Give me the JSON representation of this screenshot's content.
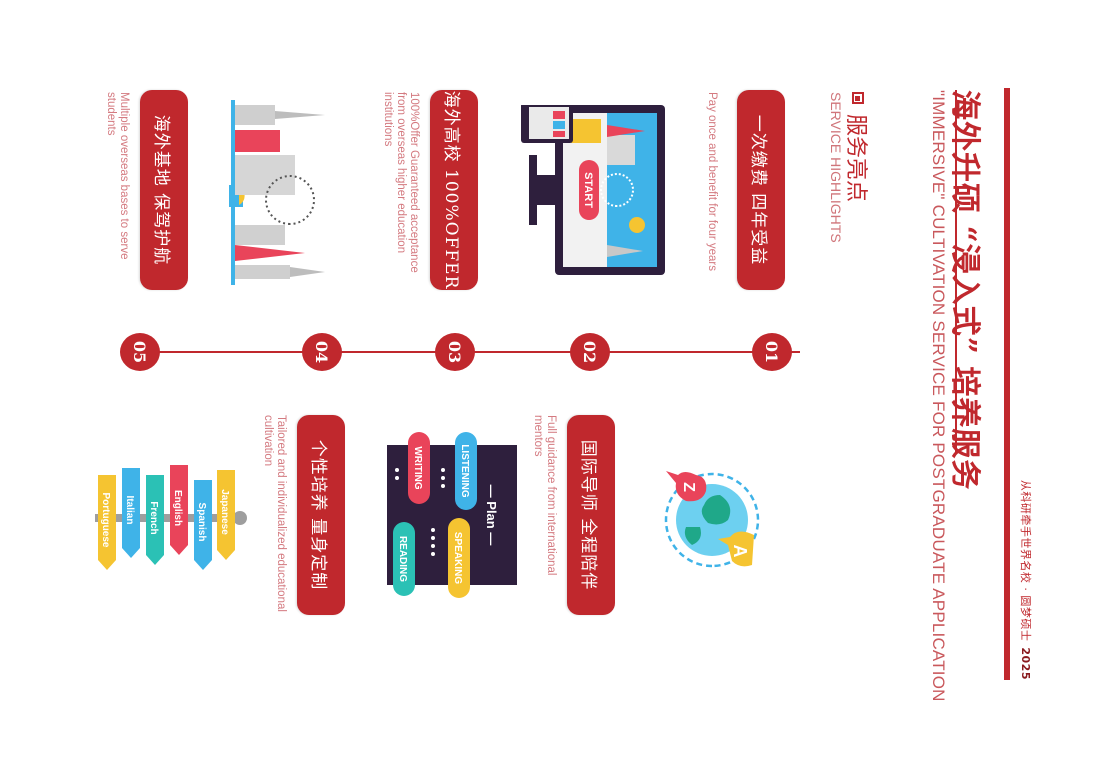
{
  "header": {
    "corner_text": "从科研牵手世界名校 · 圆梦硕士",
    "year": "2025",
    "title": "海外升硕 “浸入式” 培养服务",
    "subtitle": "\"IMMERSIVE\" CULTIVATION SERVICE FOR POSTGRADUATE APPLICATION"
  },
  "highlights": {
    "label_cn": "服务亮点",
    "label_en": "SERVICE HIGHLIGHTS",
    "items": [
      {
        "num": "01",
        "title": "一次缴费 四年受益",
        "caption": "Pay once and benefit for four years",
        "illustration": "monitor-start-icon"
      },
      {
        "num": "02",
        "title": "国际导师 全程陪伴",
        "caption": "Full guidance from international mentors",
        "illustration": "globe-language-icon"
      },
      {
        "num": "03",
        "title": "海外高校 100%OFFER",
        "caption": "100%Offer Guaranteed acceptance from overseas higher education institutions",
        "illustration": "study-plan-icon"
      },
      {
        "num": "04",
        "title": "个性培养 量身定制",
        "caption": "Tailored and individualized educational cultivation",
        "illustration": "cityscape-icon"
      },
      {
        "num": "05",
        "title": "海外基地 保驾护航",
        "caption": "Multiple overseas bases to serve students",
        "illustration": "language-signpost-icon"
      }
    ]
  },
  "plan_graphic": {
    "heading": "— Plan —",
    "skills": [
      "LISTENING",
      "WRITING",
      "SPEAKING",
      "READING"
    ]
  },
  "globe_graphic": {
    "letters": [
      "A",
      "Z"
    ]
  },
  "monitor_graphic": {
    "button": "START"
  },
  "signpost_graphic": {
    "languages": [
      "Portuguese",
      "Italian",
      "French",
      "English",
      "Spanish",
      "Japanese"
    ]
  },
  "colors": {
    "brand_red": "#c0282d",
    "caption_pink": "#d47a80",
    "dark_purple": "#2e1f3d"
  }
}
